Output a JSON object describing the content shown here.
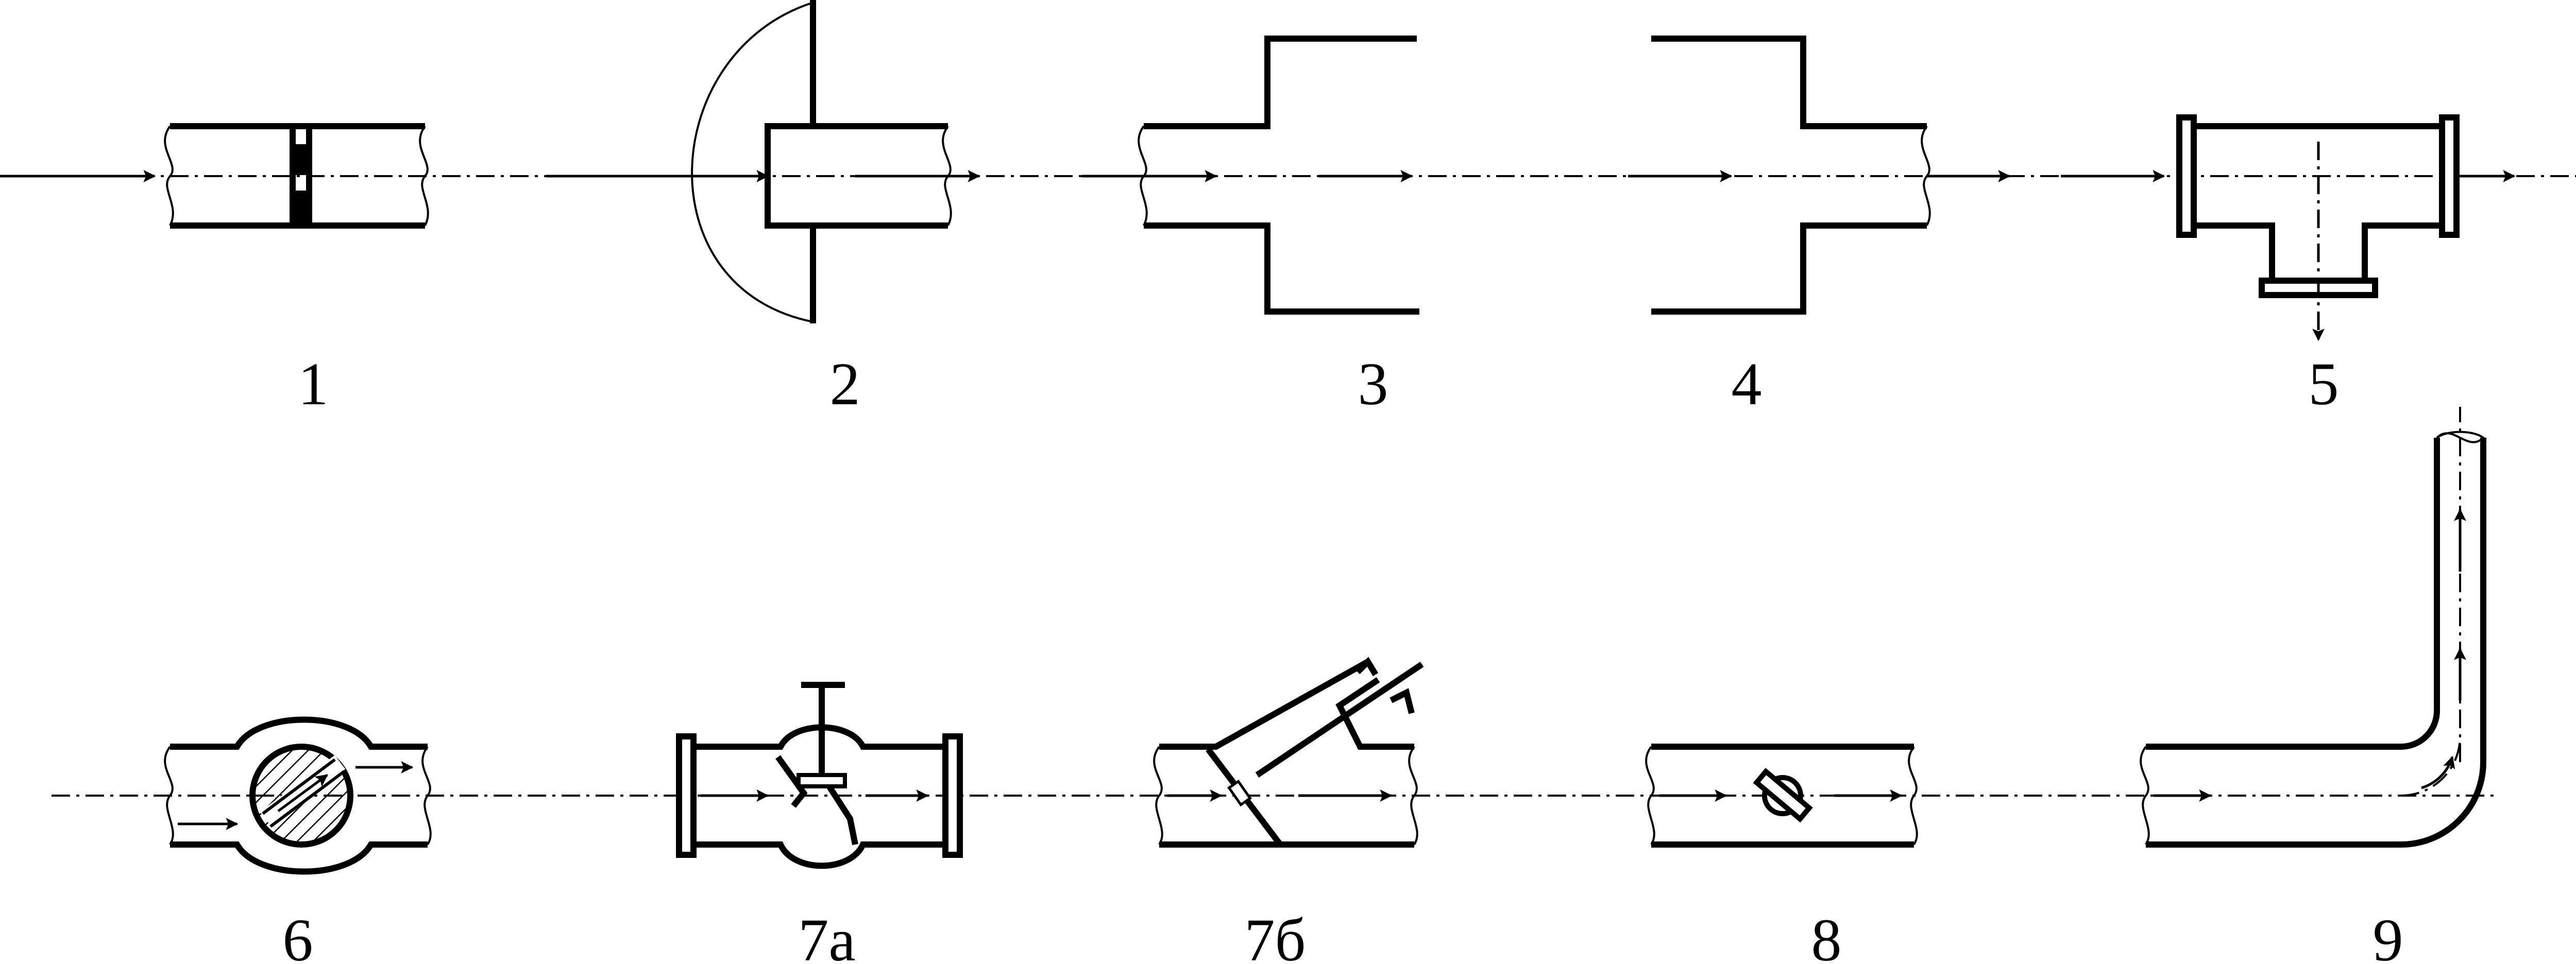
{
  "figures": [
    {
      "label": "1"
    },
    {
      "label": "2"
    },
    {
      "label": "3"
    },
    {
      "label": "4"
    },
    {
      "label": "5"
    },
    {
      "label": "6"
    },
    {
      "label": "7а"
    },
    {
      "label": "7б"
    },
    {
      "label": "8"
    },
    {
      "label": "9"
    }
  ],
  "colors": {
    "line": "#000000",
    "background": "#ffffff"
  }
}
